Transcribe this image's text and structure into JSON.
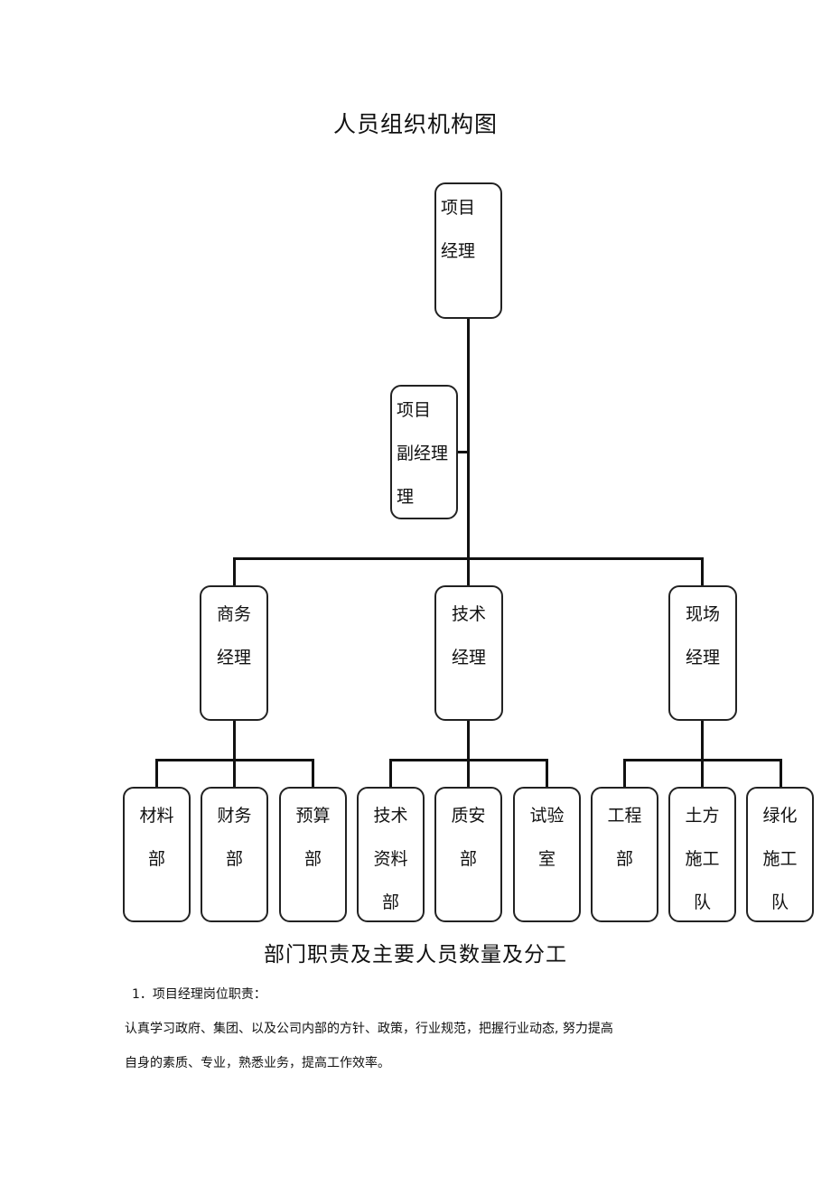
{
  "title": "人员组织机构图",
  "org": {
    "top": {
      "lines": [
        "项目",
        "经理"
      ]
    },
    "deputy": {
      "lines": [
        "项目",
        "副经理",
        "理"
      ]
    },
    "managers": [
      {
        "lines": [
          "商务",
          "经理"
        ]
      },
      {
        "lines": [
          "技术",
          "经理"
        ]
      },
      {
        "lines": [
          "现场",
          "经理"
        ]
      }
    ],
    "departments": [
      {
        "lines": [
          "材料",
          "部"
        ]
      },
      {
        "lines": [
          "财务",
          "部"
        ]
      },
      {
        "lines": [
          "预算",
          "部"
        ]
      },
      {
        "lines": [
          "技术",
          "资料",
          "部"
        ]
      },
      {
        "lines": [
          "质安",
          "部"
        ]
      },
      {
        "lines": [
          "试验",
          "室"
        ]
      },
      {
        "lines": [
          "工程",
          "部"
        ]
      },
      {
        "lines": [
          "土方",
          "施工",
          "队"
        ]
      },
      {
        "lines": [
          "绿化",
          "施工",
          "队"
        ]
      }
    ]
  },
  "section_title": "部门职责及主要人员数量及分工",
  "paragraphs": {
    "heading": "1．项目经理岗位职责：",
    "line1": "认真学习政府、集团、以及公司内部的方针、政策，行业规范，把握行业动态, 努力提高",
    "line2": "自身的素质、专业，熟悉业务，提高工作效率。"
  }
}
